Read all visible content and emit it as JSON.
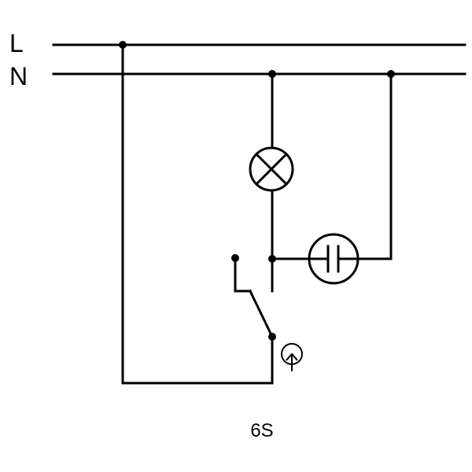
{
  "diagram": {
    "line_label": "L",
    "neutral_label": "N",
    "caption": "6S",
    "components": [
      {
        "type": "lamp",
        "icon": "lamp-icon"
      },
      {
        "type": "capacitor",
        "icon": "capacitor-icon"
      },
      {
        "type": "switch",
        "icon": "switch-icon"
      },
      {
        "type": "indicator",
        "icon": "indicator-icon"
      }
    ]
  },
  "colors": {
    "ink": "#000000",
    "background": "#ffffff"
  }
}
